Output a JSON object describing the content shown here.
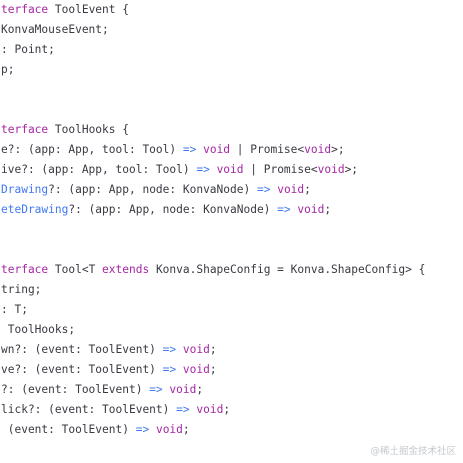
{
  "code": {
    "lines": [
      [
        {
          "t": "terface",
          "c": "kw"
        },
        {
          "t": " ToolEvent {",
          "c": "pl"
        }
      ],
      [
        {
          "t": "KonvaMouseEvent;",
          "c": "pl"
        }
      ],
      [
        {
          "t": ": Point;",
          "c": "pl"
        }
      ],
      [
        {
          "t": "p;",
          "c": "pl"
        }
      ],
      [],
      [],
      [
        {
          "t": "terface",
          "c": "kw"
        },
        {
          "t": " ToolHooks {",
          "c": "pl"
        }
      ],
      [
        {
          "t": "e?: (app: App, tool: Tool) ",
          "c": "pl"
        },
        {
          "t": "=>",
          "c": "fn"
        },
        {
          "t": " ",
          "c": "pl"
        },
        {
          "t": "void",
          "c": "kw"
        },
        {
          "t": " | Promise<",
          "c": "pl"
        },
        {
          "t": "void",
          "c": "kw"
        },
        {
          "t": ">;",
          "c": "pl"
        }
      ],
      [
        {
          "t": "ive?: (app: App, tool: Tool) ",
          "c": "pl"
        },
        {
          "t": "=>",
          "c": "fn"
        },
        {
          "t": " ",
          "c": "pl"
        },
        {
          "t": "void",
          "c": "kw"
        },
        {
          "t": " | Promise<",
          "c": "pl"
        },
        {
          "t": "void",
          "c": "kw"
        },
        {
          "t": ">;",
          "c": "pl"
        }
      ],
      [
        {
          "t": "Drawing",
          "c": "fn"
        },
        {
          "t": "?: (app: App, node: KonvaNode) ",
          "c": "pl"
        },
        {
          "t": "=>",
          "c": "fn"
        },
        {
          "t": " ",
          "c": "pl"
        },
        {
          "t": "void",
          "c": "kw"
        },
        {
          "t": ";",
          "c": "pl"
        }
      ],
      [
        {
          "t": "eteDrawing",
          "c": "fn"
        },
        {
          "t": "?: (app: App, node: KonvaNode) ",
          "c": "pl"
        },
        {
          "t": "=>",
          "c": "fn"
        },
        {
          "t": " ",
          "c": "pl"
        },
        {
          "t": "void",
          "c": "kw"
        },
        {
          "t": ";",
          "c": "pl"
        }
      ],
      [],
      [],
      [
        {
          "t": "terface",
          "c": "kw"
        },
        {
          "t": " Tool<T ",
          "c": "pl"
        },
        {
          "t": "extends",
          "c": "kw"
        },
        {
          "t": " Konva.ShapeConfig = Konva.ShapeConfig> {",
          "c": "pl"
        }
      ],
      [
        {
          "t": "tring;",
          "c": "pl"
        }
      ],
      [
        {
          "t": ": T;",
          "c": "pl"
        }
      ],
      [
        {
          "t": " ToolHooks;",
          "c": "pl"
        }
      ],
      [
        {
          "t": "wn?: (event: ToolEvent) ",
          "c": "pl"
        },
        {
          "t": "=>",
          "c": "fn"
        },
        {
          "t": " ",
          "c": "pl"
        },
        {
          "t": "void",
          "c": "kw"
        },
        {
          "t": ";",
          "c": "pl"
        }
      ],
      [
        {
          "t": "ve?: (event: ToolEvent) ",
          "c": "pl"
        },
        {
          "t": "=>",
          "c": "fn"
        },
        {
          "t": " ",
          "c": "pl"
        },
        {
          "t": "void",
          "c": "kw"
        },
        {
          "t": ";",
          "c": "pl"
        }
      ],
      [
        {
          "t": "?: (event: ToolEvent) ",
          "c": "pl"
        },
        {
          "t": "=>",
          "c": "fn"
        },
        {
          "t": " ",
          "c": "pl"
        },
        {
          "t": "void",
          "c": "kw"
        },
        {
          "t": ";",
          "c": "pl"
        }
      ],
      [
        {
          "t": "lick?: (event: ToolEvent) ",
          "c": "pl"
        },
        {
          "t": "=>",
          "c": "fn"
        },
        {
          "t": " ",
          "c": "pl"
        },
        {
          "t": "void",
          "c": "kw"
        },
        {
          "t": ";",
          "c": "pl"
        }
      ],
      [
        {
          "t": " (event: ToolEvent) ",
          "c": "pl"
        },
        {
          "t": "=>",
          "c": "fn"
        },
        {
          "t": " ",
          "c": "pl"
        },
        {
          "t": "void",
          "c": "kw"
        },
        {
          "t": ";",
          "c": "pl"
        }
      ]
    ]
  },
  "watermark": {
    "text": "@稀土掘金技术社区"
  },
  "colors": {
    "keyword": "#a626a4",
    "function": "#4078f2",
    "plain": "#383a42",
    "watermark": "#c4c8cc",
    "background": "#ffffff"
  }
}
